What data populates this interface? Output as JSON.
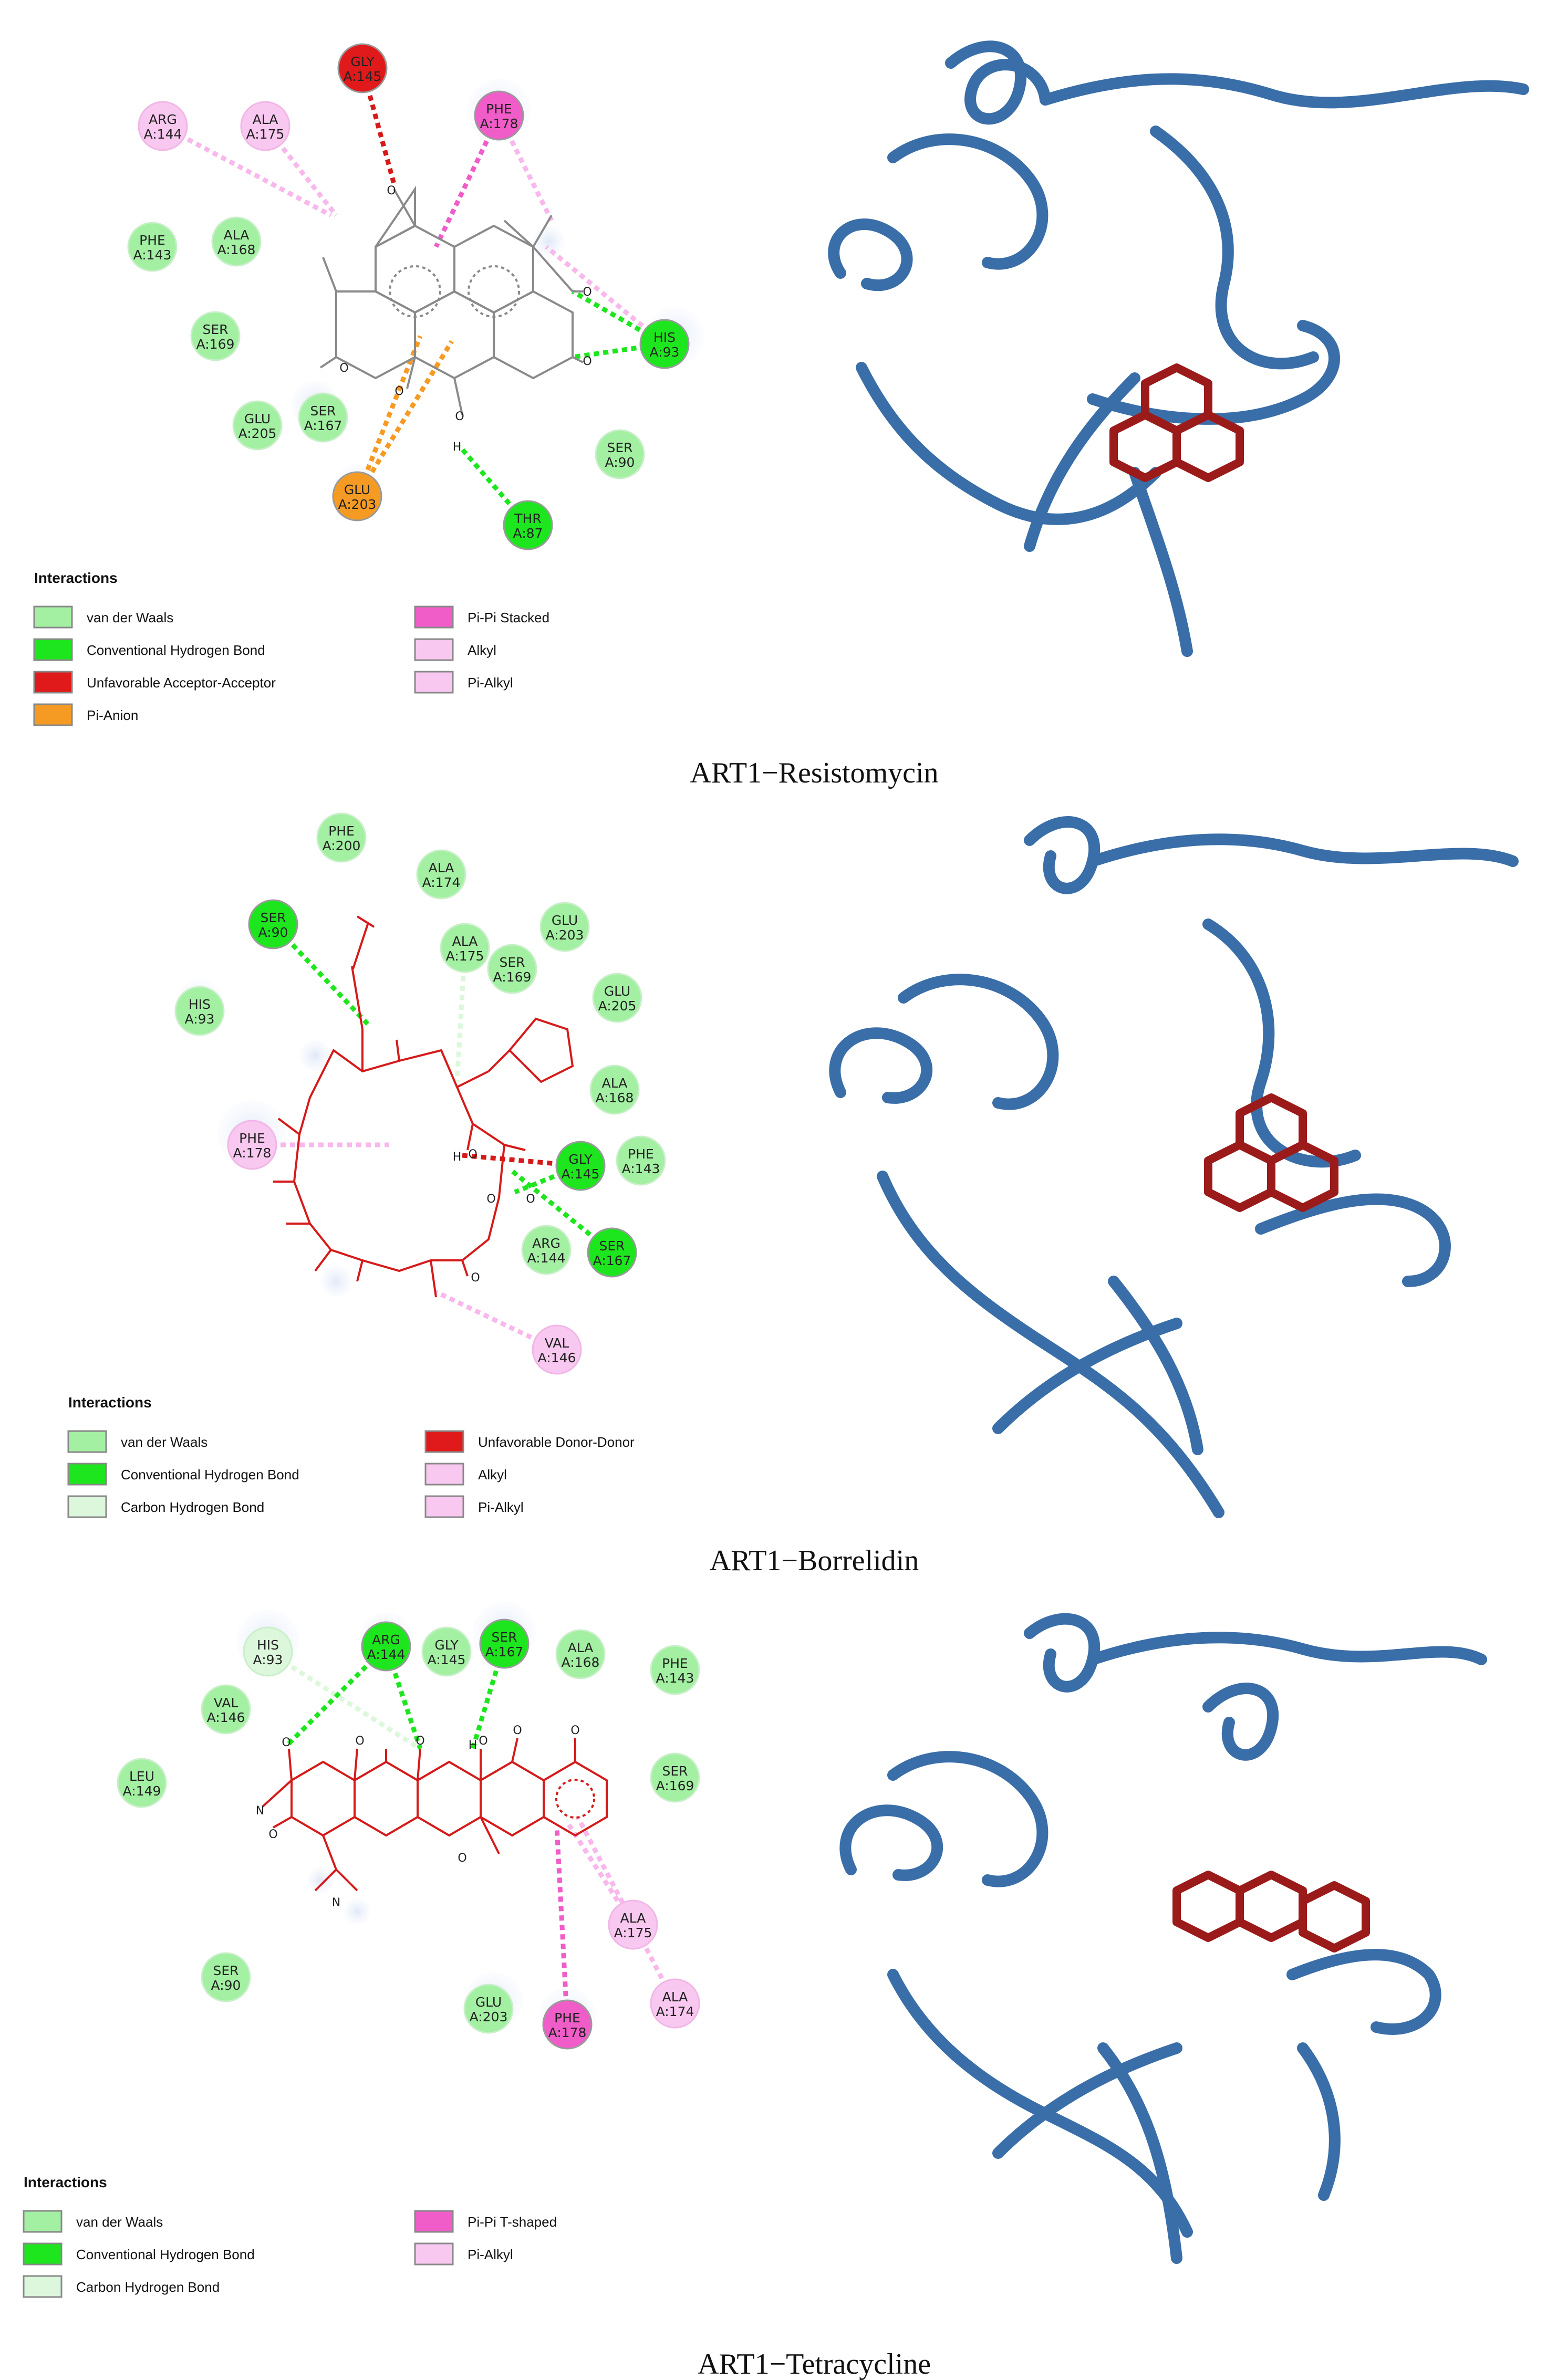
{
  "panels": [
    {
      "caption": "ART1−Resistomycin",
      "legend_title": "Interactions",
      "legend": [
        {
          "label": "van der Waals",
          "color": "#a3f0a3"
        },
        {
          "label": "Conventional Hydrogen Bond",
          "color": "#1ee61e"
        },
        {
          "label": "Unfavorable Acceptor-Acceptor",
          "color": "#e01a1a"
        },
        {
          "label": "Pi-Anion",
          "color": "#f59a23"
        },
        {
          "label": "Pi-Pi Stacked",
          "color": "#f05cc8"
        },
        {
          "label": "Alkyl",
          "color": "#f8c8f0"
        },
        {
          "label": "Pi-Alkyl",
          "color": "#f8c8f0"
        }
      ],
      "residues": [
        {
          "name": "GLY",
          "id": "A:145",
          "color": "#e01a1a"
        },
        {
          "name": "PHE",
          "id": "A:178",
          "color": "#f05cc8"
        },
        {
          "name": "ARG",
          "id": "A:144",
          "color": "#f8c8f0"
        },
        {
          "name": "ALA",
          "id": "A:175",
          "color": "#f8c8f0"
        },
        {
          "name": "PHE",
          "id": "A:143",
          "color": "#a3f0a3"
        },
        {
          "name": "ALA",
          "id": "A:168",
          "color": "#a3f0a3"
        },
        {
          "name": "SER",
          "id": "A:169",
          "color": "#a3f0a3"
        },
        {
          "name": "HIS",
          "id": "A:93",
          "color": "#1ee61e"
        },
        {
          "name": "GLU",
          "id": "A:205",
          "color": "#a3f0a3"
        },
        {
          "name": "SER",
          "id": "A:167",
          "color": "#a3f0a3"
        },
        {
          "name": "SER",
          "id": "A:90",
          "color": "#a3f0a3"
        },
        {
          "name": "GLU",
          "id": "A:203",
          "color": "#f59a23"
        },
        {
          "name": "THR",
          "id": "A:87",
          "color": "#1ee61e"
        }
      ]
    },
    {
      "caption": "ART1−Borrelidin",
      "legend_title": "Interactions",
      "legend": [
        {
          "label": "van der Waals",
          "color": "#a3f0a3"
        },
        {
          "label": "Conventional Hydrogen Bond",
          "color": "#1ee61e"
        },
        {
          "label": "Carbon Hydrogen Bond",
          "color": "#dcf7dc"
        },
        {
          "label": "Unfavorable Donor-Donor",
          "color": "#e01a1a"
        },
        {
          "label": "Alkyl",
          "color": "#f8c8f0"
        },
        {
          "label": "Pi-Alkyl",
          "color": "#f8c8f0"
        }
      ],
      "residues": [
        {
          "name": "PHE",
          "id": "A:200",
          "color": "#a3f0a3"
        },
        {
          "name": "ALA",
          "id": "A:174",
          "color": "#a3f0a3"
        },
        {
          "name": "SER",
          "id": "A:90",
          "color": "#1ee61e"
        },
        {
          "name": "ALA",
          "id": "A:175",
          "color": "#a3f0a3"
        },
        {
          "name": "GLU",
          "id": "A:203",
          "color": "#a3f0a3"
        },
        {
          "name": "SER",
          "id": "A:169",
          "color": "#a3f0a3"
        },
        {
          "name": "HIS",
          "id": "A:93",
          "color": "#a3f0a3"
        },
        {
          "name": "GLU",
          "id": "A:205",
          "color": "#a3f0a3"
        },
        {
          "name": "ALA",
          "id": "A:168",
          "color": "#a3f0a3"
        },
        {
          "name": "PHE",
          "id": "A:178",
          "color": "#f8c8f0"
        },
        {
          "name": "GLY",
          "id": "A:145",
          "color": "#1ee61e"
        },
        {
          "name": "PHE",
          "id": "A:143",
          "color": "#a3f0a3"
        },
        {
          "name": "ARG",
          "id": "A:144",
          "color": "#a3f0a3"
        },
        {
          "name": "SER",
          "id": "A:167",
          "color": "#1ee61e"
        },
        {
          "name": "VAL",
          "id": "A:146",
          "color": "#f8c8f0"
        }
      ]
    },
    {
      "caption": "ART1−Tetracycline",
      "legend_title": "Interactions",
      "legend": [
        {
          "label": "van der Waals",
          "color": "#a3f0a3"
        },
        {
          "label": "Conventional Hydrogen Bond",
          "color": "#1ee61e"
        },
        {
          "label": "Carbon Hydrogen Bond",
          "color": "#dcf7dc"
        },
        {
          "label": "Pi-Pi T-shaped",
          "color": "#f05cc8"
        },
        {
          "label": "Pi-Alkyl",
          "color": "#f8c8f0"
        }
      ],
      "residues": [
        {
          "name": "HIS",
          "id": "A:93",
          "color": "#dcf7dc"
        },
        {
          "name": "ARG",
          "id": "A:144",
          "color": "#1ee61e"
        },
        {
          "name": "GLY",
          "id": "A:145",
          "color": "#a3f0a3"
        },
        {
          "name": "SER",
          "id": "A:167",
          "color": "#1ee61e"
        },
        {
          "name": "ALA",
          "id": "A:168",
          "color": "#a3f0a3"
        },
        {
          "name": "PHE",
          "id": "A:143",
          "color": "#a3f0a3"
        },
        {
          "name": "VAL",
          "id": "A:146",
          "color": "#a3f0a3"
        },
        {
          "name": "LEU",
          "id": "A:149",
          "color": "#a3f0a3"
        },
        {
          "name": "SER",
          "id": "A:169",
          "color": "#a3f0a3"
        },
        {
          "name": "ALA",
          "id": "A:175",
          "color": "#f8c8f0"
        },
        {
          "name": "SER",
          "id": "A:90",
          "color": "#a3f0a3"
        },
        {
          "name": "GLU",
          "id": "A:203",
          "color": "#a3f0a3"
        },
        {
          "name": "PHE",
          "id": "A:178",
          "color": "#f05cc8"
        },
        {
          "name": "ALA",
          "id": "A:174",
          "color": "#f8c8f0"
        }
      ]
    }
  ]
}
